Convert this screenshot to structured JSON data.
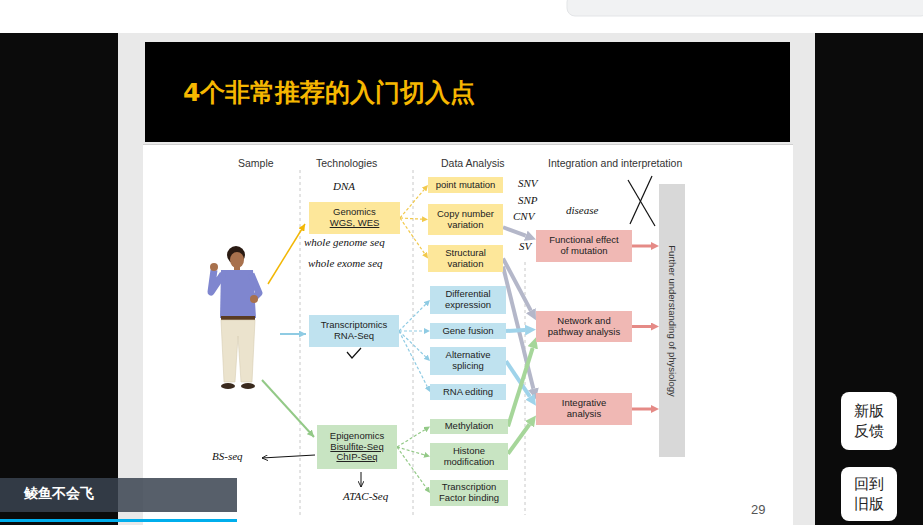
{
  "diagram": {
    "title": "4个非常推荐的入门切入点",
    "nodes": [
      {
        "text": [
          "Genomics",
          "WGS, WES"
        ]
      },
      {
        "text": [
          "point mutation"
        ]
      },
      {
        "text": [
          "Copy number variation"
        ]
      },
      {
        "text": [
          "Structural variation"
        ]
      },
      {
        "text": [
          "Transcriptomics",
          "RNA-Seq"
        ]
      },
      {
        "text": [
          "Differential expression"
        ]
      },
      {
        "text": [
          "Gene fusion"
        ]
      },
      {
        "text": [
          "Alternative splicing"
        ]
      },
      {
        "text": [
          "RNA editing"
        ]
      },
      {
        "text": [
          "Epigenomics",
          "Bisulfite-Seq ChIP-Seq"
        ]
      },
      {
        "text": [
          "Methylation"
        ]
      },
      {
        "text": [
          "Histone modification"
        ]
      },
      {
        "text": [
          "Transcription Factor binding"
        ]
      },
      {
        "text": [
          "Functional effect of mutation"
        ]
      },
      {
        "text": [
          "Network and pathway analysis"
        ]
      },
      {
        "text": [
          "Integrative analysis"
        ]
      },
      {
        "text": [
          "Further understanding of physiology"
        ]
      },
      {
        "text": [
          "新版 反馈"
        ]
      },
      {
        "text": [
          "回到 旧版"
        ]
      }
    ],
    "edges": [
      {
        "from": 0,
        "to": 1,
        "arrow": "to"
      },
      {
        "from": 0,
        "to": 2,
        "arrow": "to"
      },
      {
        "from": 0,
        "to": 3,
        "arrow": "to"
      },
      {
        "from": 4,
        "to": 5,
        "arrow": "to"
      },
      {
        "from": 4,
        "to": 6,
        "arrow": "to"
      },
      {
        "from": 4,
        "to": 7,
        "arrow": "to"
      },
      {
        "from": 4,
        "to": 8,
        "arrow": "to"
      },
      {
        "from": 9,
        "to": 10,
        "arrow": "to"
      },
      {
        "from": 9,
        "to": 11,
        "arrow": "to"
      },
      {
        "from": 9,
        "to": 12,
        "arrow": "to"
      },
      {
        "from": 2,
        "to": 13,
        "arrow": "to"
      },
      {
        "from": 3,
        "to": 14,
        "arrow": "to"
      },
      {
        "from": 3,
        "to": 15,
        "arrow": "to"
      },
      {
        "from": 6,
        "to": 14,
        "arrow": "to"
      },
      {
        "from": 7,
        "to": 15,
        "arrow": "to"
      },
      {
        "from": 10,
        "to": 14,
        "arrow": "to"
      },
      {
        "from": 11,
        "to": 15,
        "arrow": "to"
      },
      {
        "from": 13,
        "to": 16,
        "arrow": "to"
      },
      {
        "from": 14,
        "to": 16,
        "arrow": "to"
      },
      {
        "from": 15,
        "to": 16,
        "arrow": "to"
      }
    ],
    "labels": [
      "Sample",
      "Technologies",
      "Data Analysis",
      "Integration and interpretation",
      "DNA",
      "whole genome seq",
      "whole exome seq",
      "SNV",
      "SNP",
      "CNV",
      "SV",
      "disease",
      "BS-seq",
      "ATAC-Seq",
      "29",
      "鲮鱼不会飞"
    ]
  }
}
